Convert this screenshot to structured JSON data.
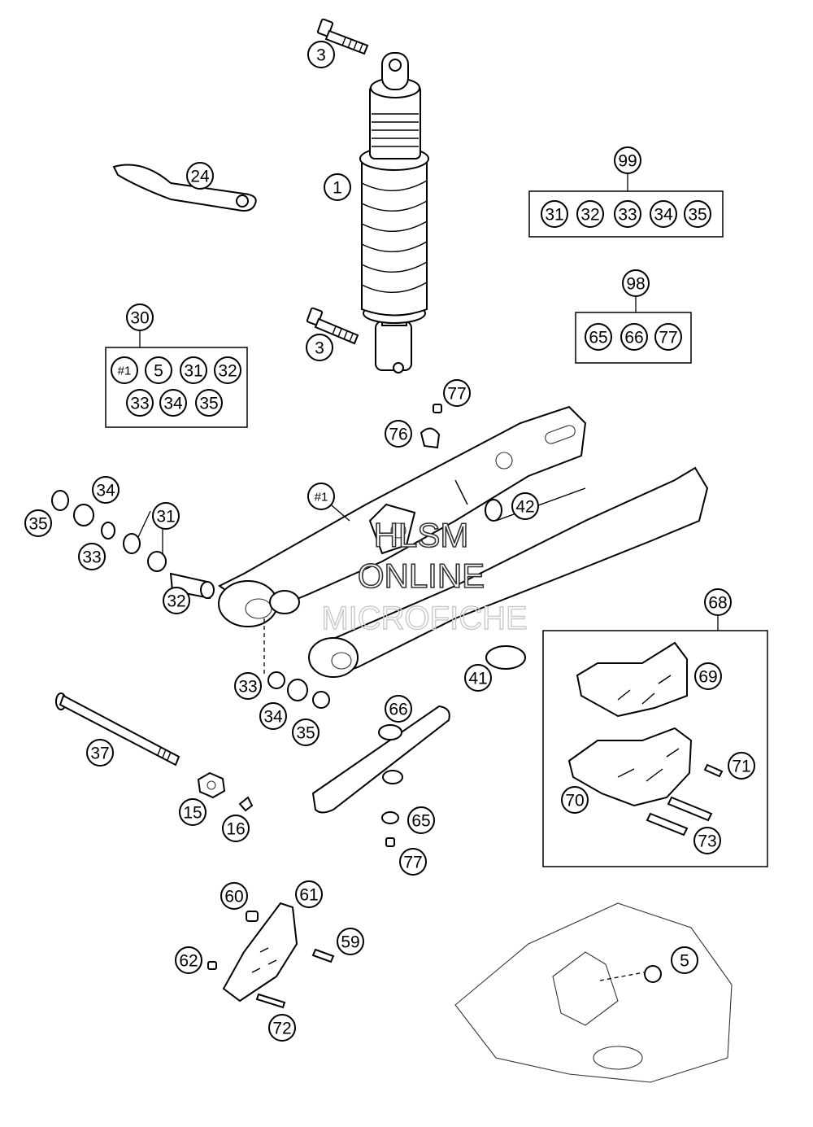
{
  "watermark": {
    "line1": "HLSM",
    "line2": "ONLINE",
    "line3": "MICROFICHE"
  },
  "callouts": {
    "c1": "1",
    "c3a": "3",
    "c3b": "3",
    "c24": "24",
    "c99": "99",
    "c98": "98",
    "c30": "30",
    "k99_31": "31",
    "k99_32": "32",
    "k99_33": "33",
    "k99_34": "34",
    "k99_35": "35",
    "k98_65": "65",
    "k98_66": "66",
    "k98_77": "77",
    "k30_h1": "#1",
    "k30_5": "5",
    "k30_31": "31",
    "k30_32": "32",
    "k30_33": "33",
    "k30_34": "34",
    "k30_35": "35",
    "c77a": "77",
    "c76": "76",
    "c42": "42",
    "ch1": "#1",
    "c34a": "34",
    "c35a": "35",
    "c31": "31",
    "c33a": "33",
    "c32": "32",
    "c33b": "33",
    "c34b": "34",
    "c35b": "35",
    "c41": "41",
    "c37": "37",
    "c15": "15",
    "c16": "16",
    "c66": "66",
    "c65": "65",
    "c77b": "77",
    "c68": "68",
    "c69": "69",
    "c70": "70",
    "c71": "71",
    "c73": "73",
    "c60": "60",
    "c61": "61",
    "c59": "59",
    "c62": "62",
    "c72": "72",
    "c5": "5"
  }
}
